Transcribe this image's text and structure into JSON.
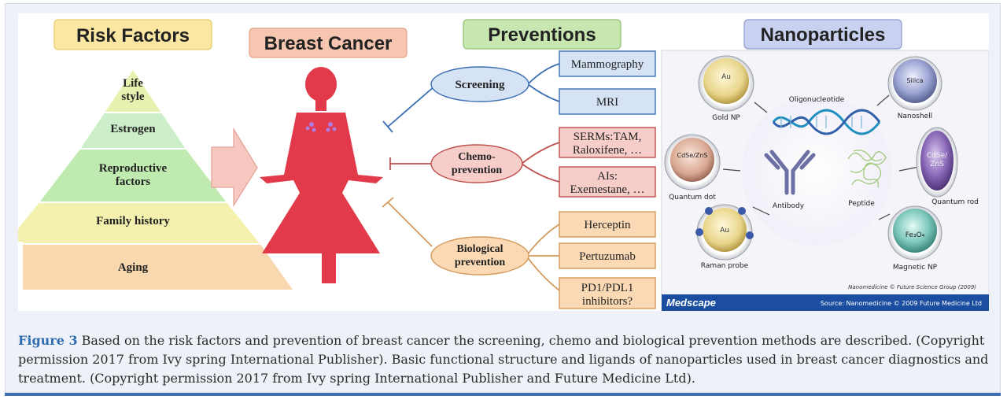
{
  "headers": {
    "risk_factors": "Risk Factors",
    "breast_cancer": "Breast Cancer",
    "preventions": "Preventions",
    "nanoparticles": "Nanoparticles"
  },
  "pyramid": {
    "levels": [
      {
        "lines": [
          "Life",
          "style"
        ],
        "color": "#e7f2b0"
      },
      {
        "lines": [
          "Estrogen"
        ],
        "color": "#ccefc9"
      },
      {
        "lines": [
          "Reproductive",
          "factors"
        ],
        "color": "#bfeab0"
      },
      {
        "lines": [
          "Family history"
        ],
        "color": "#f3f1ad"
      },
      {
        "lines": [
          "Aging"
        ],
        "color": "#f9d8b0"
      }
    ]
  },
  "preventions": {
    "screening": {
      "label": "Screening",
      "items": [
        "Mammography",
        "MRI"
      ]
    },
    "chemo": {
      "label_lines": [
        "Chemo-",
        "prevention"
      ],
      "items": [
        [
          "SERMs:TAM,",
          "Raloxifene, …"
        ],
        [
          "AIs:",
          "Exemestane, …"
        ]
      ]
    },
    "biological": {
      "label_lines": [
        "Biological",
        "prevention"
      ],
      "items": [
        [
          "Herceptin"
        ],
        [
          "Pertuzumab"
        ],
        [
          "PD1/PDL1",
          "inhibitors?"
        ]
      ]
    }
  },
  "nano": {
    "oligonucleotide": "Oligonucleotide",
    "antibody": "Antibody",
    "peptide": "Peptide",
    "gold_np": {
      "core": "Au",
      "label": "Gold NP"
    },
    "quantum_dot": {
      "core": "CdSe/ZnS",
      "label": "Quantum dot"
    },
    "raman_probe": {
      "core": "Au",
      "label": "Raman probe"
    },
    "nanoshell": {
      "core": "Silica",
      "label": "Nanoshell"
    },
    "quantum_rod": {
      "core_lines": [
        "CdSe/",
        "ZnS"
      ],
      "label": "Quantum rod"
    },
    "magnetic_np": {
      "core": "Fe₃O₄",
      "label": "Magnetic NP"
    },
    "credit": "Nanomedicine © Future Science Group (2009)",
    "footer_logo": "Medscape",
    "footer_source": "Source: Nanomedicine © 2009 Future Medicine Ltd"
  },
  "colors": {
    "header_risk": "#fbe6a2",
    "header_cancer": "#f7c6b0",
    "header_prevent": "#c8e6b0",
    "header_nano": "#c8d1ef",
    "woman": "#e23a4a",
    "screening_fill": "#d6e3f5",
    "screening_line": "#3c6fb3",
    "chemo_fill": "#f6cdc9",
    "chemo_line": "#c0504d",
    "bio_fill": "#fbd9b5",
    "bio_line": "#d49a5a",
    "medscape_bar": "#1b4ea0"
  },
  "caption": {
    "figure_label": "Figure 3",
    "text": " Based on the risk factors and prevention of breast cancer the screening, chemo and biological prevention methods are described. (Copyright permission 2017 from Ivy spring International Publisher). Basic functional structure and ligands of nanoparticles used in breast cancer diagnostics and treatment. (Copyright permission 2017 from Ivy spring International Publisher and Future Medicine Ltd)."
  }
}
